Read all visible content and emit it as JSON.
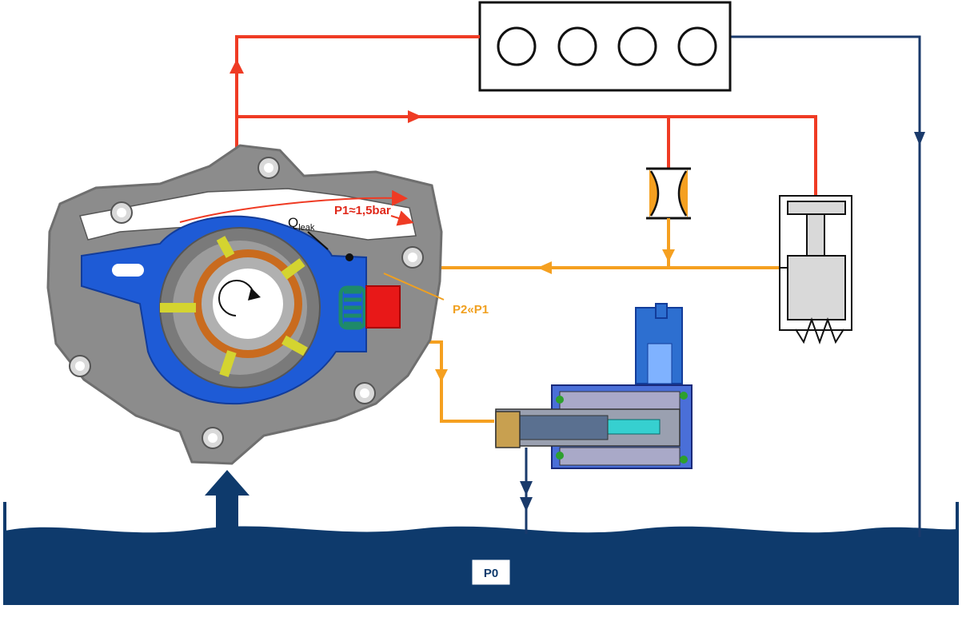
{
  "labels": {
    "p1": "P1≈1,5bar",
    "q_main": "Q",
    "q_sub": "leak",
    "p2": "P2«P1",
    "p0": "P0"
  },
  "colors": {
    "high_pressure_line": "#ef3b24",
    "control_line": "#f5a020",
    "return_line": "#1a3a6b",
    "oil_sump": "#0e3a6c",
    "pump_housing": "#8a8a8a",
    "slider": "#1e5bd6",
    "vanes": "#d4d430",
    "rotor": "#c96b1e",
    "spring": "#1e8a6a",
    "piston": "#e81818",
    "p1_text": "#e0281a",
    "p2_text": "#f0a020"
  },
  "icons": [
    "engine-block",
    "orifice",
    "pressure-relief-valve",
    "solenoid-valve",
    "pump",
    "oil-sump"
  ]
}
